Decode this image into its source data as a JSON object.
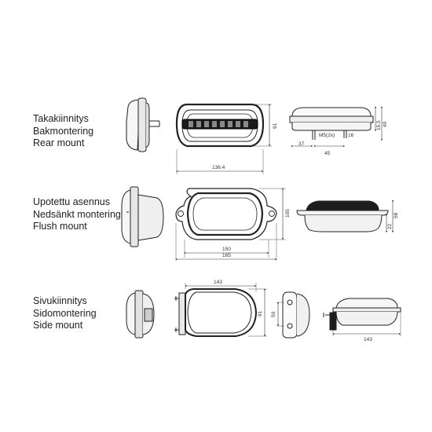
{
  "sections": [
    {
      "lines": [
        "Takakiinnitys",
        "Bakmontering",
        "Rear mount"
      ]
    },
    {
      "lines": [
        "Upotettu asennus",
        "Nedsänkt montering",
        "Flush mount"
      ]
    },
    {
      "lines": [
        "Sivukiinnitys",
        "Sidomontering",
        "Side mount"
      ]
    }
  ],
  "dimensions": {
    "rear_front_width": "136.4",
    "rear_front_height": "91",
    "rear_side_37": "37",
    "rear_side_45": "45",
    "rear_side_thread": "M5(2x)",
    "rear_side_16": "16",
    "rear_side_15_5": "15.5",
    "rear_side_40": "40",
    "flush_inner_width": "150",
    "flush_outer_width": "165",
    "flush_height": "105",
    "flush_side_22": "22",
    "flush_side_58": "58",
    "side_width": "143",
    "side_height": "91",
    "side_bracket_50": "50",
    "side_profile_width": "143"
  }
}
